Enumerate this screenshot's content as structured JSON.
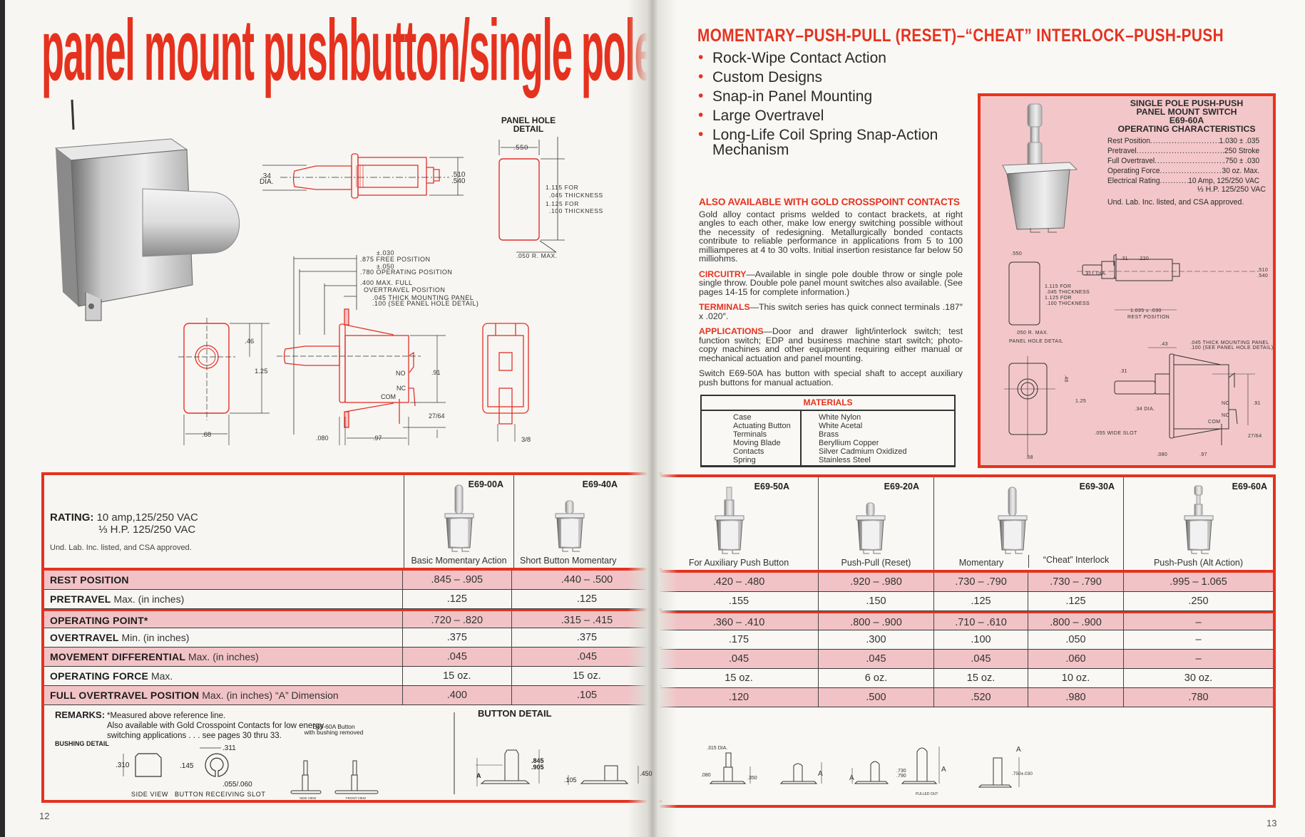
{
  "left_page": {
    "title": "panel mount pushbutton/single pole",
    "page_number": "12",
    "drawings": {
      "panel_hole_title_1": "PANEL HOLE",
      "panel_hole_title_2": "DETAIL",
      "panel_hole_width": ".550",
      "panel_hole_h1": "1.115 FOR",
      "panel_hole_h2": ".045 THICKNESS",
      "panel_hole_h3": "1.125 FOR",
      "panel_hole_h4": ".100 THICKNESS",
      "panel_hole_radius": ".050 R. MAX.",
      "top_dia_1": ".34",
      "top_dia_2": "DIA.",
      "top_height_1": ".510",
      "top_height_2": ".540",
      "free_tol": "±.030",
      "free_pos": ".875 FREE POSITION",
      "op_tol": "±.050",
      "op_pos": ".780 OPERATING POSITION",
      "overtravel_1": ".400 MAX. FULL",
      "overtravel_2": "OVERTRAVEL POSITION",
      "panel_1": ".045 THICK MOUNTING PANEL",
      "panel_2": ".100 (SEE PANEL HOLE DETAIL)",
      "front_46": ".46",
      "front_125": "1.25",
      "front_68": ".68",
      "no": "NO",
      "nc": "NC",
      "com": "COM",
      "side_91": ".91",
      "side_2764": "27/64",
      "side_080": ".080",
      "side_97": ".97",
      "rear_38": "3/8"
    },
    "table": {
      "rating_label": "RATING:",
      "rating_lines": [
        "10 amp,125/250 VAC",
        "⅓ H.P. 125/250 VAC"
      ],
      "approval": "Und. Lab. Inc. listed, and CSA approved.",
      "models": [
        {
          "model": "E69-00A",
          "caption": "Basic Momentary Action"
        },
        {
          "model": "E69-40A",
          "caption": "Short Button Momentary"
        }
      ],
      "rows": [
        {
          "label": "REST POSITION",
          "qualifier": "",
          "values": [
            ".845 – .905",
            ".440 – .500"
          ]
        },
        {
          "label": "PRETRAVEL",
          "qualifier": "Max. (in inches)",
          "values": [
            ".125",
            ".125"
          ]
        },
        {
          "label": "OPERATING POINT*",
          "qualifier": "",
          "values": [
            ".720 – .820",
            ".315 – .415"
          ]
        },
        {
          "label": "OVERTRAVEL",
          "qualifier": "Min. (in inches)",
          "values": [
            ".375",
            ".375"
          ]
        },
        {
          "label": "MOVEMENT DIFFERENTIAL",
          "qualifier": "Max. (in inches)",
          "values": [
            ".045",
            ".045"
          ]
        },
        {
          "label": "OPERATING FORCE",
          "qualifier": "Max.",
          "values": [
            "15 oz.",
            "15 oz."
          ]
        },
        {
          "label": "FULL OVERTRAVEL POSITION",
          "qualifier": "Max. (in inches) “A” Dimension",
          "values": [
            ".400",
            ".105"
          ]
        }
      ]
    },
    "remarks": {
      "label": "REMARKS:",
      "lines": [
        "*Measured above reference line.",
        "Also available with Gold Crosspoint Contacts for low energy",
        "switching applications . . . see pages 30 thru 33."
      ],
      "bushing_title": "BUSHING DETAIL",
      "dim_310": ".310",
      "dim_145": ".145",
      "dim_311": ".311",
      "dim_055": ".055/.060",
      "side_view": "SIDE VIEW",
      "slot": "BUTTON RECEIVING SLOT",
      "e69_60a_1": "E69-60A Button",
      "e69_60a_2": "with bushing removed",
      "small_side": "SIDE VIEW",
      "small_front": "FRONT VIEW"
    },
    "button_detail": {
      "title": "BUTTON DETAIL",
      "a": "A",
      "dim_845": ".845",
      "dim_905": ".905",
      "dim_105": ".105",
      "dim_450": ".450"
    }
  },
  "right_page": {
    "heading": "MOMENTARY–PUSH-PULL (RESET)–“CHEAT” INTERLOCK–PUSH-PUSH",
    "page_number": "13",
    "bullets": [
      "Rock-Wipe Contact Action",
      "Custom Designs",
      "Snap-in Panel Mounting",
      "Large Overtravel",
      "Long-Life Coil Spring Snap-Action Mechanism"
    ],
    "gold": {
      "title": "ALSO AVAILABLE WITH GOLD CROSSPOINT CONTACTS",
      "body": "Gold alloy contact prisms welded to contact brackets, at right angles to each other, make low energy switching possible without the necessity of redesigning. Metallurgically bonded contacts contribute to reliable performance in applications from 5 to 100 milliamperes at 4 to 30 volts. Initial insertion resistance far below 50 milliohms.",
      "circuitry_label": "CIRCUITRY",
      "circuitry": "—Available in single pole double throw or single pole single throw. Double pole panel mount switches also available. (See pages 14-15 for complete information.)",
      "terminals_label": "TERMINALS",
      "terminals": "—This switch series has quick connect terminals .187″ x .020″.",
      "applications_label": "APPLICATIONS",
      "applications": "—Door and drawer light/interlock switch; test function switch; EDP and business machine start switch; photo-copy machines and other equipment requiring either manual or mechanical actuation and panel mounting.",
      "note": "Switch E69-50A has button with special shaft to accept auxiliary push buttons for manual actuation."
    },
    "materials": {
      "title": "MATERIALS",
      "items": [
        {
          "part": "Case",
          "material": "White Nylon"
        },
        {
          "part": "Actuating Button",
          "material": "White Acetal"
        },
        {
          "part": "Terminals",
          "material": "Brass"
        },
        {
          "part": "Moving Blade",
          "material": "Beryllium Copper"
        },
        {
          "part": "Contacts",
          "material": "Silver Cadmium Oxidized"
        },
        {
          "part": "Spring",
          "material": "Stainless Steel"
        }
      ]
    },
    "e69_60a_box": {
      "title_lines": [
        "SINGLE POLE PUSH-PUSH",
        "PANEL MOUNT SWITCH",
        "E69-60A",
        "OPERATING CHARACTERISTICS"
      ],
      "characteristics": [
        {
          "name": "Rest Position",
          "value": "1.030 ± .035"
        },
        {
          "name": "Pretravel",
          "value": ".250 Stroke"
        },
        {
          "name": "Full Overtravel",
          "value": ".750 ± .030"
        },
        {
          "name": "Operating Force",
          "value": "30 oz. Max."
        },
        {
          "name": "Electrical Rating",
          "value": "10 Amp, 125/250 VAC"
        }
      ],
      "rating_extra": "⅓ H.P. 125/250 VAC",
      "approval": "Und. Lab. Inc. listed, and CSA approved.",
      "drawings": {
        "w550": ".550",
        "h1": "1.115 FOR",
        "h2": ".045 THICKNESS",
        "h3": "1.125 FOR",
        "h4": ".100 THICKNESS",
        "radius": ".050 R. MAX.",
        "panel_hole": "PANEL HOLE DETAIL",
        "d31": ".31",
        "d220": ".220",
        "d311": ".311 DIA.",
        "d510": ".510",
        "d540": ".540",
        "rest_1": "1.035 ± .030",
        "rest_2": "REST POSITION",
        "d43": ".43",
        "panel_1": ".045 THICK MOUNTING PANEL",
        "panel_2": ".100 (SEE PANEL HOLE DETAIL)",
        "d46": ".46",
        "d125": "1.25",
        "slot": ".055 WIDE SLOT",
        "d68": ".68",
        "d31b": ".31",
        "d34": ".34 DIA.",
        "no": "NO",
        "nc": "NC",
        "com": "COM",
        "d91": ".91",
        "d2764": "27/64",
        "d080": ".080",
        "d97": ".97"
      }
    },
    "table": {
      "models": [
        {
          "model": "E69-50A",
          "captions": [
            "For Auxiliary Push Button"
          ]
        },
        {
          "model": "E69-20A",
          "captions": [
            "Push-Pull (Reset)"
          ]
        },
        {
          "model": "E69-30A",
          "captions": [
            "Momentary",
            "“Cheat” Interlock"
          ]
        },
        {
          "model": "E69-60A",
          "captions": [
            "Push-Push (Alt  Action)"
          ]
        }
      ],
      "rows": [
        [
          ".420 – .480",
          ".920 – .980",
          ".730 – .790",
          ".730 – .790",
          ".995 – 1.065"
        ],
        [
          ".155",
          ".150",
          ".125",
          ".125",
          ".250"
        ],
        [
          ".360 – .410",
          ".800 – .900",
          ".710 – .610",
          ".800 – .900",
          "–"
        ],
        [
          ".175",
          ".300",
          ".100",
          ".050",
          "–"
        ],
        [
          ".045",
          ".045",
          ".045",
          ".060",
          "–"
        ],
        [
          "15 oz.",
          "6 oz.",
          "15 oz.",
          "10 oz.",
          "30 oz."
        ],
        [
          ".120",
          ".500",
          ".520",
          ".980",
          ".780"
        ]
      ],
      "button_drawings": {
        "d315": ".315 DIA.",
        "d080": ".080",
        "d350": ".350",
        "a": "A",
        "d730": ".730",
        "d790": ".790",
        "pulled_out": "PULLED OUT",
        "d750": ".750±.030"
      }
    }
  },
  "colors": {
    "accent_red": "#e5321f",
    "row_pink": "#f2c3c6",
    "box_pink": "#f3c7c9"
  }
}
